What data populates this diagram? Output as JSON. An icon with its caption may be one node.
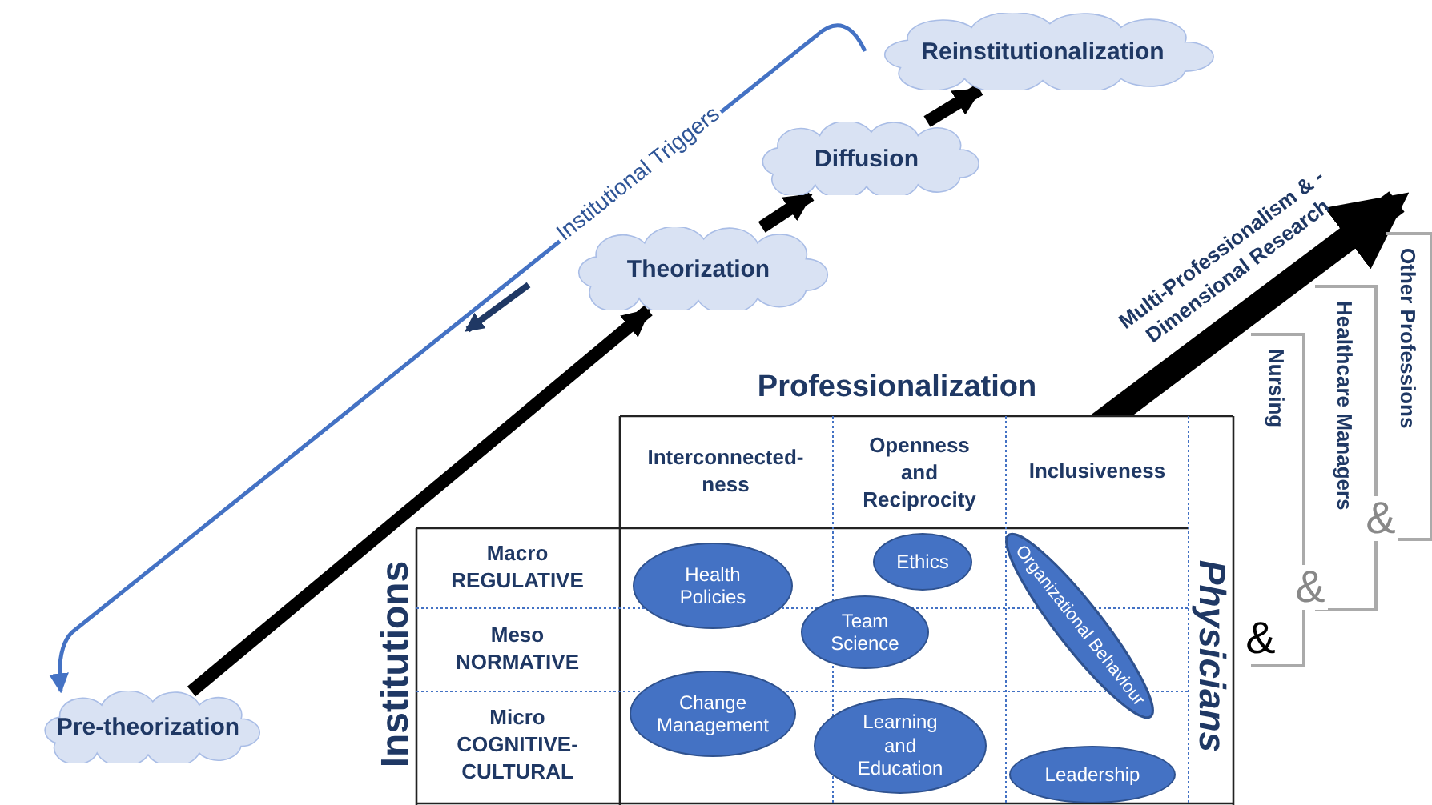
{
  "diagram": {
    "nodes": [
      {
        "text": [
          "Pre-theorization"
        ]
      },
      {
        "text": [
          "Theorization"
        ]
      },
      {
        "text": [
          "Diffusion"
        ]
      },
      {
        "text": [
          "Reinstitutionalization"
        ]
      },
      {
        "text": [
          "Health Policies"
        ]
      },
      {
        "text": [
          "Team Science"
        ]
      },
      {
        "text": [
          "Ethics"
        ]
      },
      {
        "text": [
          "Organizational Behaviour"
        ]
      },
      {
        "text": [
          "Change Management"
        ]
      },
      {
        "text": [
          "Learning and Education"
        ]
      },
      {
        "text": [
          "Leadership"
        ]
      },
      {
        "text": [
          "Nursing"
        ]
      },
      {
        "text": [
          "Healthcare Managers"
        ]
      },
      {
        "text": [
          "Other Professions"
        ]
      }
    ],
    "edges": [
      {
        "from": 0,
        "to": 1,
        "arrow": "to"
      },
      {
        "from": 1,
        "to": 2,
        "arrow": "to"
      },
      {
        "from": 2,
        "to": 3,
        "arrow": "to"
      },
      {
        "from": 3,
        "to": 0,
        "arrow": "to",
        "label": "Institutional Triggers",
        "color": "#4472c4"
      }
    ],
    "labels": [
      "Multi-Professionalism & -Dimensional Research",
      "Professionalization",
      "Interconnected- ness",
      "Openness and Reciprocity",
      "Inclusiveness",
      "Physicians",
      "Institutions",
      "Macro REGULATIVE",
      "Meso NORMATIVE",
      "Micro COGNITIVE- CULTURAL",
      "&",
      "&",
      "&"
    ]
  }
}
